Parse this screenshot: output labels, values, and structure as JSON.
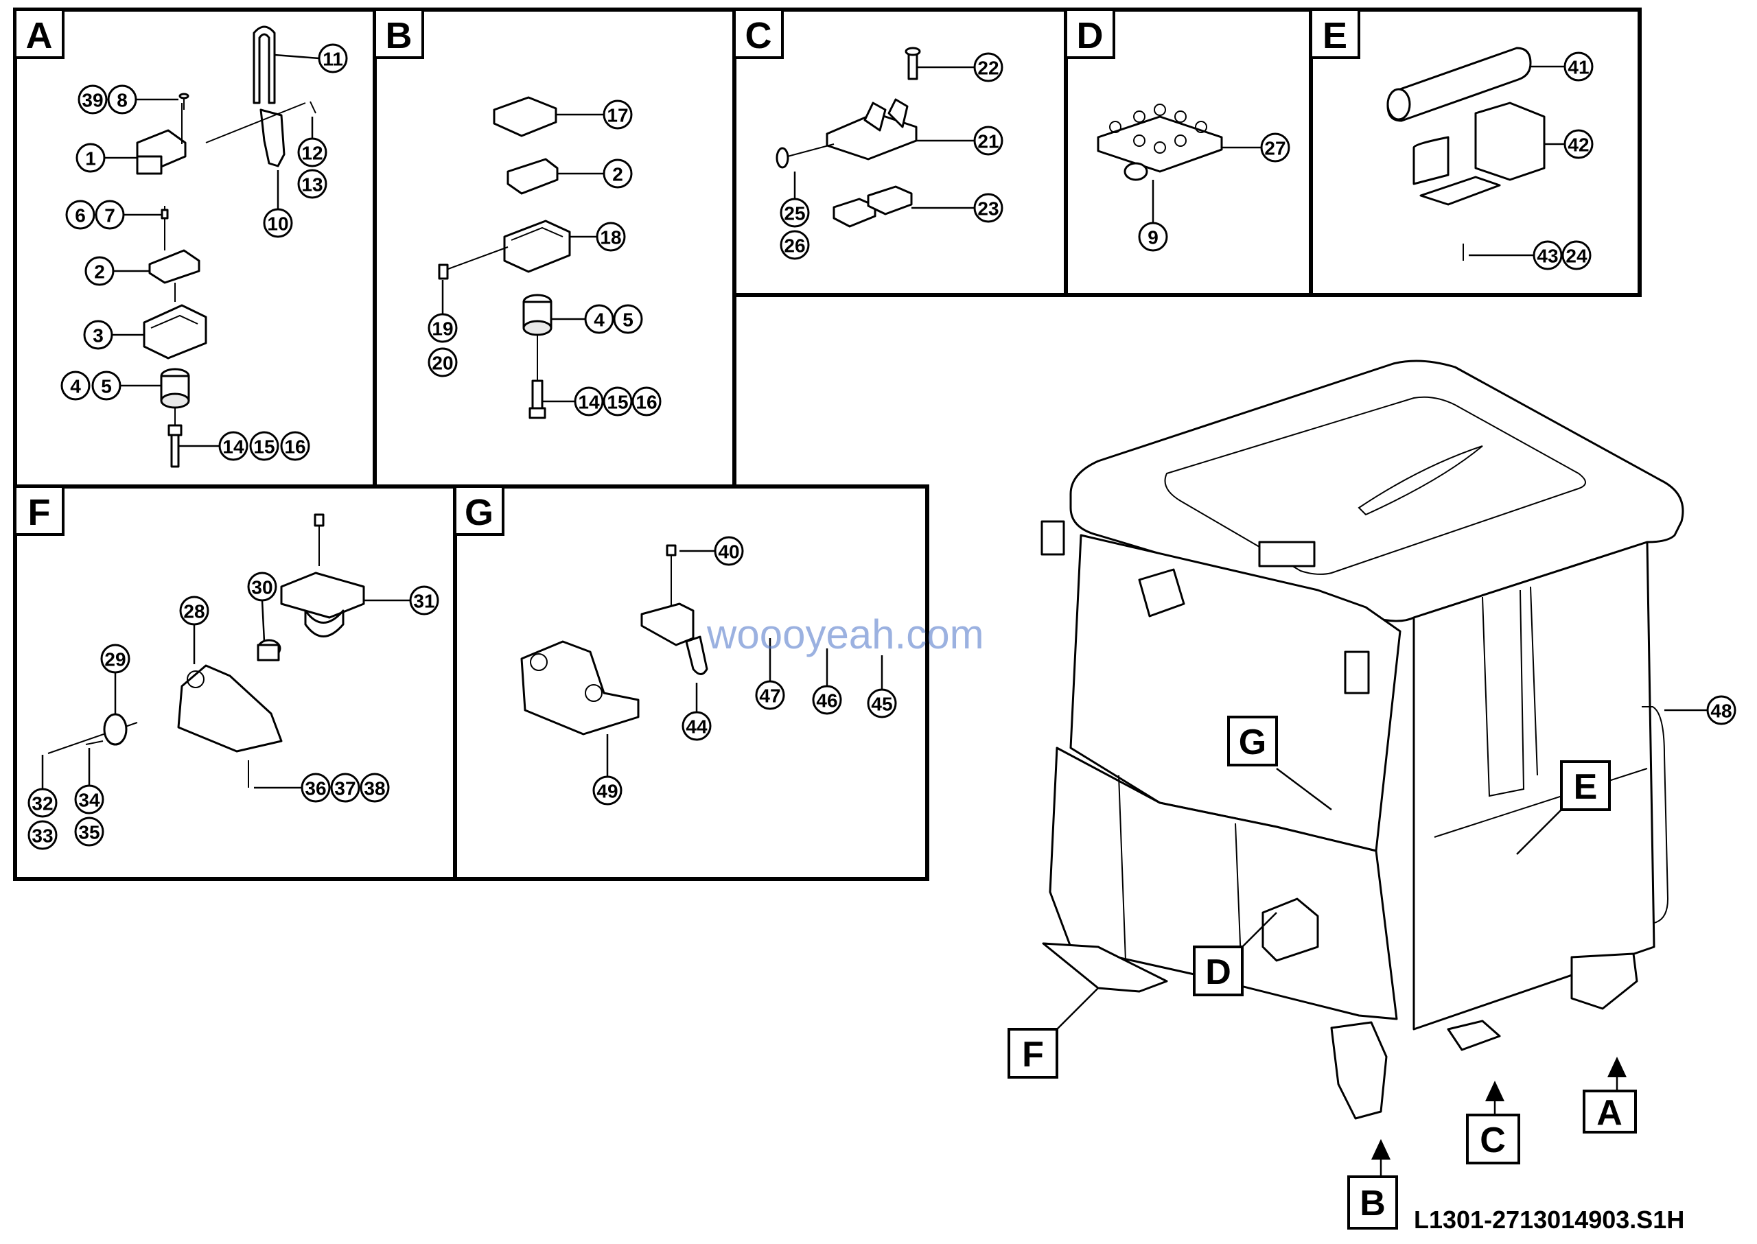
{
  "panels": {
    "A": {
      "label": "A",
      "callouts": [
        "11",
        "39",
        "8",
        "12",
        "13",
        "1",
        "10",
        "6",
        "7",
        "2",
        "3",
        "4",
        "5",
        "14",
        "15",
        "16"
      ]
    },
    "B": {
      "label": "B",
      "callouts": [
        "17",
        "2",
        "18",
        "19",
        "20",
        "4",
        "5",
        "14",
        "15",
        "16"
      ]
    },
    "C": {
      "label": "C",
      "callouts": [
        "22",
        "21",
        "25",
        "26",
        "23"
      ]
    },
    "D": {
      "label": "D",
      "callouts": [
        "27",
        "9"
      ]
    },
    "E": {
      "label": "E",
      "callouts": [
        "41",
        "42",
        "43",
        "24"
      ]
    },
    "F": {
      "label": "F",
      "callouts": [
        "30",
        "31",
        "28",
        "29",
        "32",
        "33",
        "34",
        "35",
        "36",
        "37",
        "38"
      ]
    },
    "G": {
      "label": "G",
      "callouts": [
        "40",
        "47",
        "46",
        "45",
        "44",
        "49"
      ]
    }
  },
  "cab": {
    "callouts": [
      "48"
    ],
    "location_tags": [
      "G",
      "E",
      "D",
      "F",
      "A",
      "C",
      "B"
    ]
  },
  "drawing_number": "L1301-2713014903.S1H",
  "watermark": "woooyeah.com"
}
